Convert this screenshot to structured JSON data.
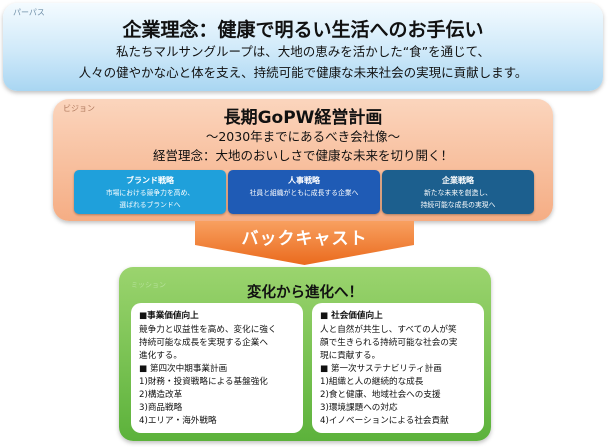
{
  "purpose": {
    "tag": "パーパス",
    "title": "企業理念：健康で明るい生活へのお手伝い",
    "body": [
      "私たちマルサングループは、大地の恵みを活かした“食”を通じて、",
      "人々の健やかな心と体を支え、持続可能で健康な未来社会の実現に貢献します。"
    ]
  },
  "vision": {
    "tag": "ビジョン",
    "title": "長期GoPW経営計画",
    "subtitle": "〜2030年までにあるべき会社像〜",
    "philosophy": "経営理念：大地のおいしさで健康な未来を切り開く！",
    "strategies": [
      {
        "heading": "ブランド戦略",
        "text": [
          "市場における競争力を高め、",
          "選ばれるブランドへ"
        ],
        "color": "#1fa0db"
      },
      {
        "heading": "人事戦略",
        "text": [
          "社員と組織がともに成長する企業へ"
        ],
        "color": "#1f5bb5"
      },
      {
        "heading": "企業戦略",
        "text": [
          "新たな未来を創造し、",
          "持続可能な成長の実現へ"
        ],
        "color": "#1c5f8e"
      }
    ]
  },
  "backcast": {
    "label": "バックキャスト",
    "color": "#f07c2e"
  },
  "change": {
    "tag": "ミッション",
    "title": "変化から進化へ！",
    "left": {
      "heading": "■事業価値向上",
      "text": [
        "競争力と収益性を高め、変化に強く",
        "持続可能な成長を実現する企業へ",
        "進化する。"
      ],
      "plan_heading": "■ 第四次中期事業計画",
      "items": [
        "1)財務・投資戦略による基盤強化",
        "2)構造改革",
        "3)商品戦略",
        "4)エリア・海外戦略"
      ]
    },
    "right": {
      "heading": "■ 社会価値向上",
      "text": [
        "人と自然が共生し、すべての人が笑",
        "顔で生きられる持続可能な社会の実",
        "現に貢献する。"
      ],
      "plan_heading": "■ 第一次サステナビリティ計画",
      "items": [
        "1)組織と人の継続的な成長",
        "2)食と健康、地域社会への支援",
        "3)環境課題への対応",
        "4)イノベーションによる社会貢献"
      ]
    }
  },
  "colors": {
    "purpose": "#bfe1f6",
    "vision": "#f7b993",
    "change": "#6dbb45",
    "arrow": "#f07c2e"
  }
}
